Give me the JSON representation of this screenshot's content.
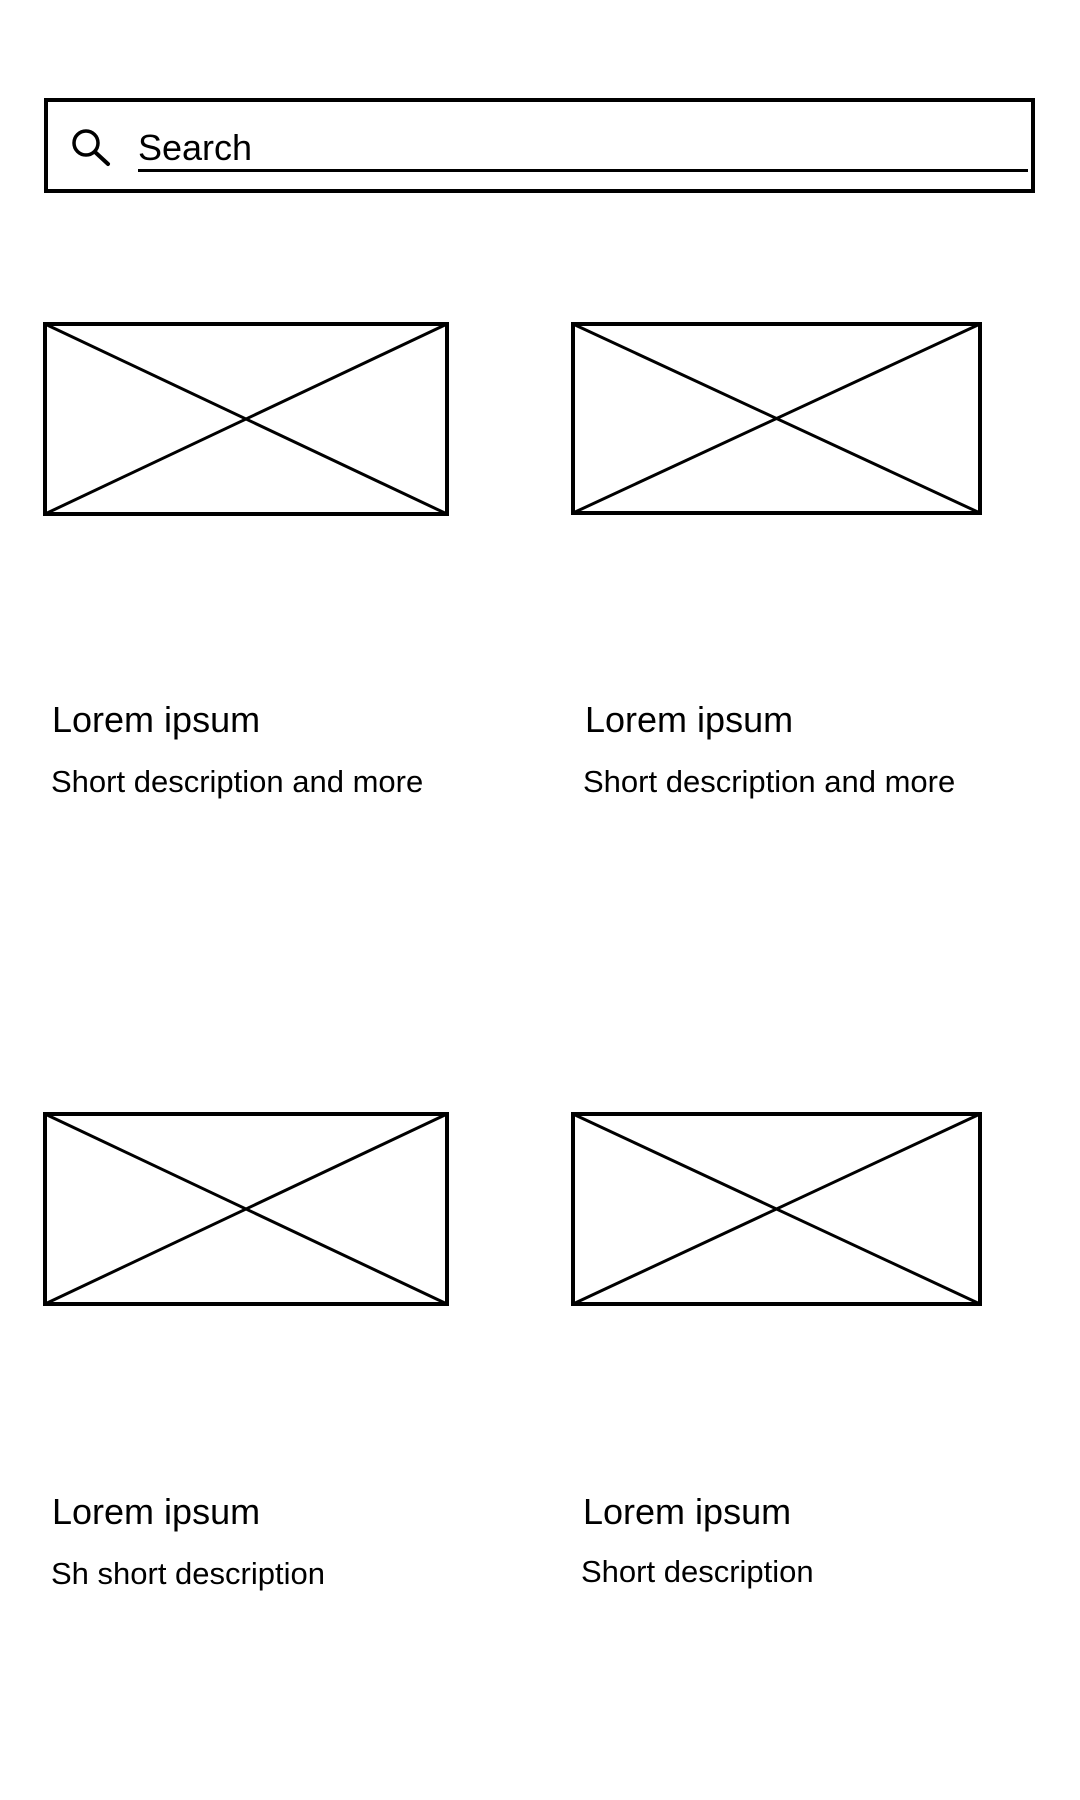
{
  "search": {
    "placeholder": "Search",
    "icon": "search-icon"
  },
  "cards": [
    {
      "title": "Lorem ipsum",
      "description": "Short description and more",
      "image": "image-placeholder-icon"
    },
    {
      "title": "Lorem ipsum",
      "description": "Short description and more",
      "image": "image-placeholder-icon"
    },
    {
      "title": "Lorem ipsum",
      "description": "Sh short description",
      "image": "image-placeholder-icon"
    },
    {
      "title": "Lorem ipsum",
      "description": "Short description",
      "image": "image-placeholder-icon"
    }
  ],
  "colors": {
    "stroke": "#000000",
    "background": "#ffffff"
  }
}
